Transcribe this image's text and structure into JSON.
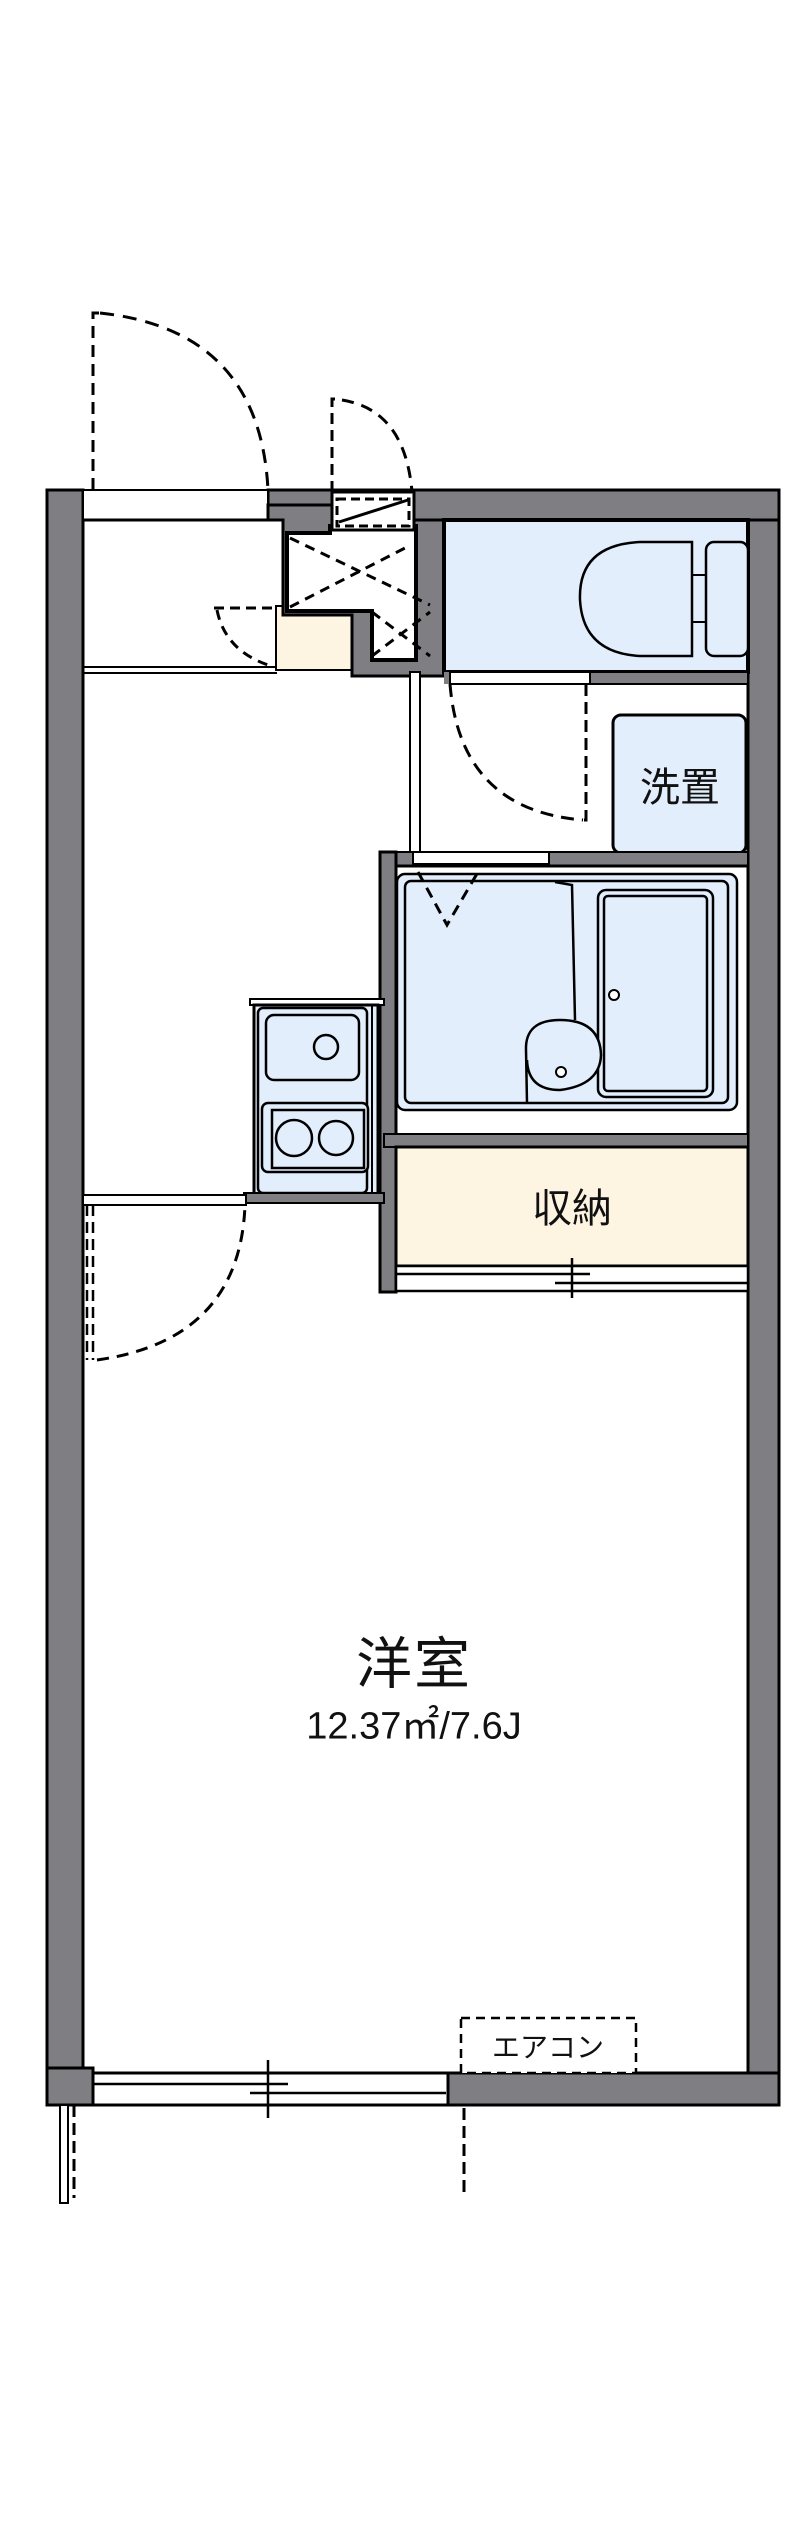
{
  "floorplan": {
    "colors": {
      "wall": "#7f7f83",
      "outline": "#000000",
      "wet_area": "#e3eefc",
      "storage": "#fef4e2",
      "floor": "#ffffff"
    },
    "rooms": {
      "western_room": {
        "name": "洋室",
        "area": "12.37㎡/7.6J"
      },
      "storage": {
        "name": "収納"
      },
      "washer_space": {
        "name": "洗置"
      },
      "air_conditioner": {
        "name": "エアコン"
      }
    },
    "fixtures": [
      "toilet",
      "unit-bath",
      "kitchen-sink",
      "two-burner-stove",
      "shoe-cabinet",
      "meter-box"
    ]
  }
}
